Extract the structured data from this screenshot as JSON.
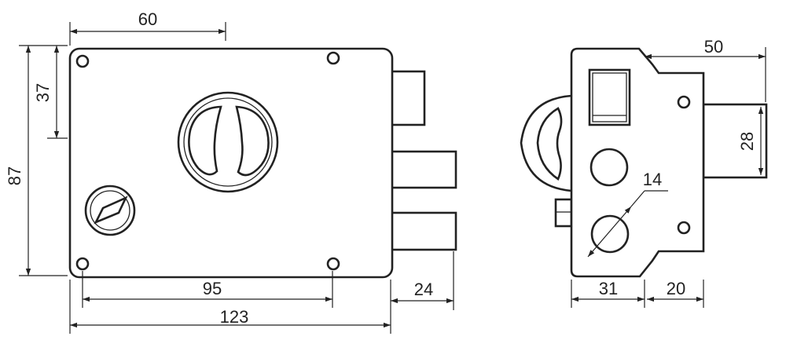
{
  "front_view": {
    "dim_60": "60",
    "dim_37": "37",
    "dim_87": "87",
    "dim_95": "95",
    "dim_123": "123",
    "dim_24": "24"
  },
  "side_view": {
    "dim_50": "50",
    "dim_28": "28",
    "dim_14": "14",
    "dim_31": "31",
    "dim_20": "20"
  }
}
